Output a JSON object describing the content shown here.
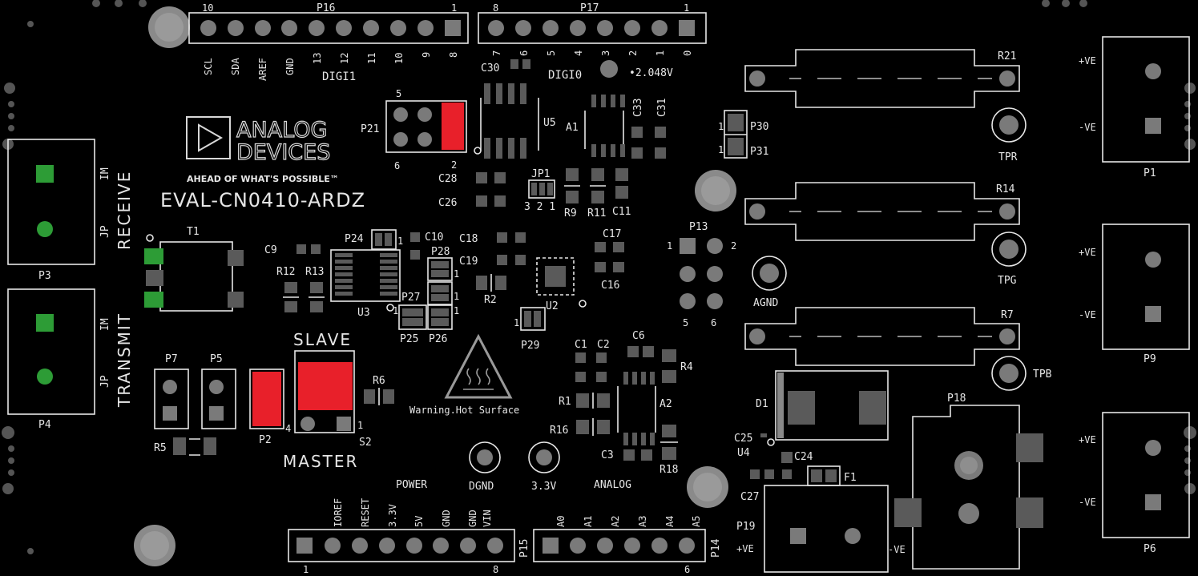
{
  "colors": {
    "background": "#000000",
    "silkscreen": "#e6e6e6",
    "pad": "#7a7a7a",
    "accent_red": "#e8202a",
    "accent_green": "#2d9c36"
  },
  "logo": {
    "line1": "ANALOG",
    "line2": "DEVICES",
    "tagline": "AHEAD OF WHAT'S POSSIBLE™"
  },
  "board_name": "EVAL-CN0410-ARDZ",
  "headers": {
    "p16": {
      "name": "P16",
      "num_left": "10",
      "num_right": "1",
      "pins": [
        "SCL",
        "SDA",
        "AREF",
        "GND",
        "13",
        "12",
        "11",
        "10",
        "9",
        "8"
      ],
      "group": "DIGI1"
    },
    "p17": {
      "name": "P17",
      "num_left": "8",
      "num_right": "1",
      "pins": [
        "7",
        "6",
        "5",
        "4",
        "3",
        "2",
        "1",
        "0"
      ],
      "group": "DIGI0"
    },
    "p15": {
      "name": "P15",
      "num_left": "1",
      "num_right": "8",
      "pins": [
        "IOREF",
        "RESET",
        "3.3V",
        "5V",
        "GND",
        "GND",
        "VIN"
      ],
      "group": "POWER"
    },
    "p14": {
      "name": "P14",
      "num_right": "6",
      "pins": [
        "A0",
        "A1",
        "A2",
        "A3",
        "A4",
        "A5"
      ],
      "group": "ANALOG"
    }
  },
  "labels": {
    "ref_voltage": "•2.048V",
    "receive": "RECEIVE",
    "transmit": "TRANSMIT",
    "im": "IM",
    "jp": "JP",
    "slave": "SLAVE",
    "master": "MASTER",
    "warning": "Warning.Hot Surface",
    "dgnd": "DGND",
    "v33": "3.3V",
    "agnd": "AGND",
    "plus_ve": "+VE",
    "minus_ve": "-VE",
    "one": "1",
    "two": "2",
    "three": "3",
    "four": "4",
    "five": "5",
    "six": "6"
  },
  "refdes": {
    "P1": "P1",
    "P3": "P3",
    "P4": "P4",
    "P6": "P6",
    "P9": "P9",
    "P2": "P2",
    "P5": "P5",
    "P7": "P7",
    "P13": "P13",
    "P18": "P18",
    "P19": "P19",
    "P21": "P21",
    "P24": "P24",
    "P25": "P25",
    "P26": "P26",
    "P27": "P27",
    "P28": "P28",
    "P29": "P29",
    "P30": "P30",
    "P31": "P31",
    "R1": "R1",
    "R2": "R2",
    "R4": "R4",
    "R5": "R5",
    "R6": "R6",
    "R7": "R7",
    "R9": "R9",
    "R11": "R11",
    "R12": "R12",
    "R13": "R13",
    "R14": "R14",
    "R16": "R16",
    "R18": "R18",
    "R21": "R21",
    "C1": "C1",
    "C2": "C2",
    "C3": "C3",
    "C6": "C6",
    "C9": "C9",
    "C10": "C10",
    "C11": "C11",
    "C16": "C16",
    "C17": "C17",
    "C18": "C18",
    "C19": "C19",
    "C24": "C24",
    "C25": "C25",
    "C26": "C26",
    "C27": "C27",
    "C28": "C28",
    "C30": "C30",
    "C31": "C31",
    "C33": "C33",
    "U2": "U2",
    "U3": "U3",
    "U4": "U4",
    "U5": "U5",
    "A1": "A1",
    "A2": "A2",
    "T1": "T1",
    "JP1": "JP1",
    "jp1_pins": "3 2 1",
    "D1": "D1",
    "F1": "F1",
    "S2": "S2",
    "TPR": "TPR",
    "TPG": "TPG",
    "TPB": "TPB"
  }
}
